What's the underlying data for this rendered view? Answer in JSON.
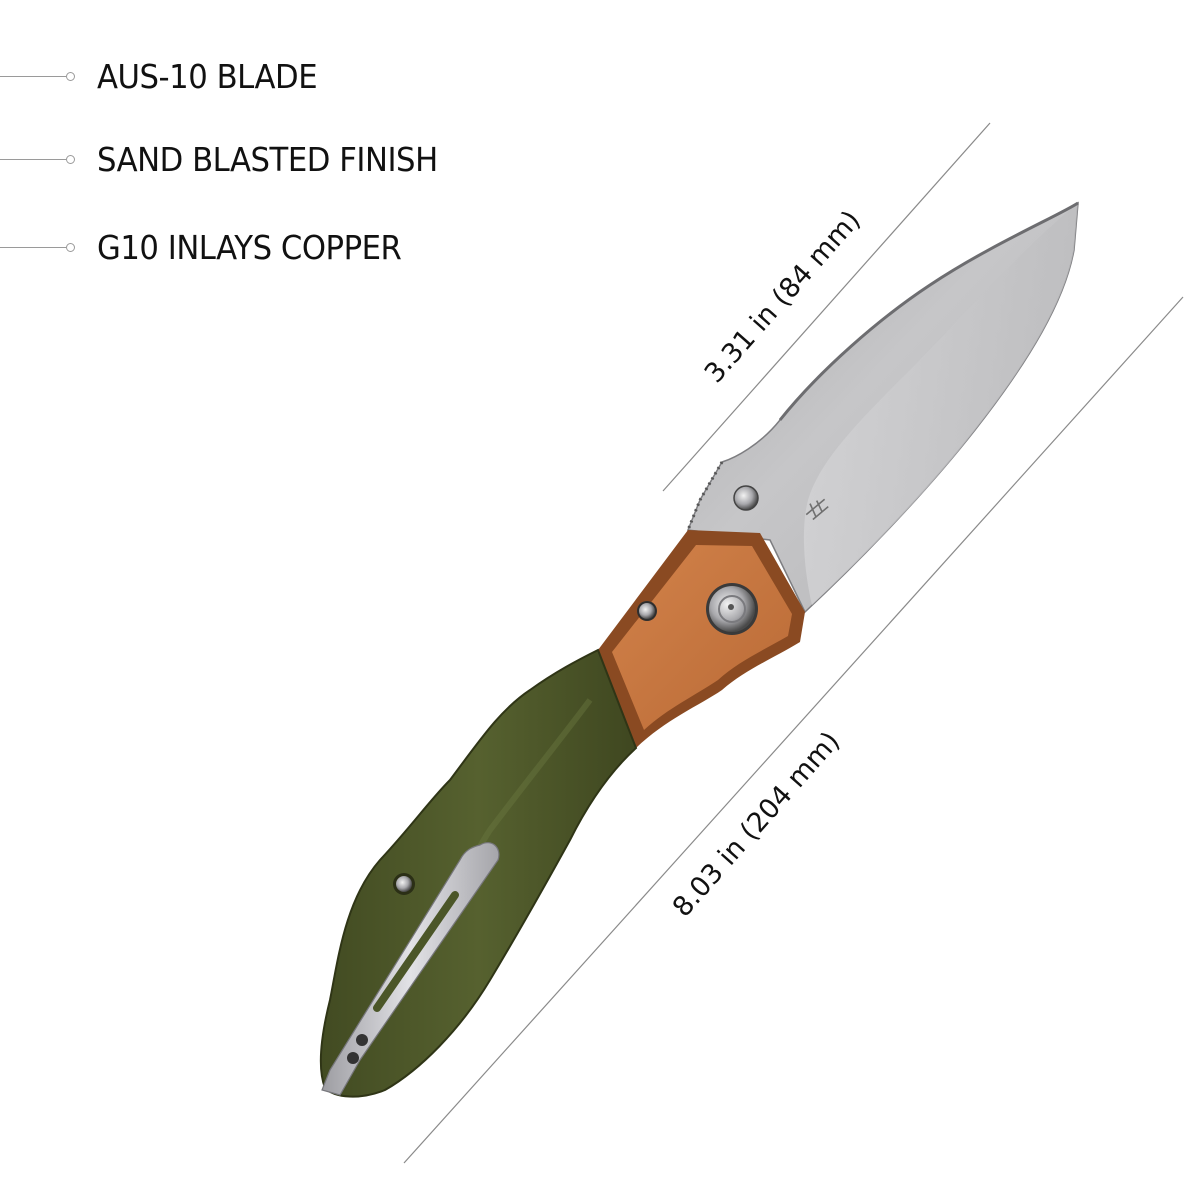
{
  "features": [
    {
      "label": "AUS-10 BLADE",
      "icon": "hollow-circle-marker"
    },
    {
      "label": "SAND BLASTED FINISH",
      "icon": "hollow-circle-marker"
    },
    {
      "label": "G10 INLAYS COPPER",
      "icon": "hollow-circle-marker"
    }
  ],
  "dimensions": {
    "blade_length": "3.31 in (84 mm)",
    "overall_length": "8.03 in (204 mm)"
  },
  "product": {
    "blade_color": "#b9b9bb",
    "bolster_color": "#c9773f",
    "handle_color": "#4f5a2c",
    "clip_color": "#c8c8cc"
  }
}
